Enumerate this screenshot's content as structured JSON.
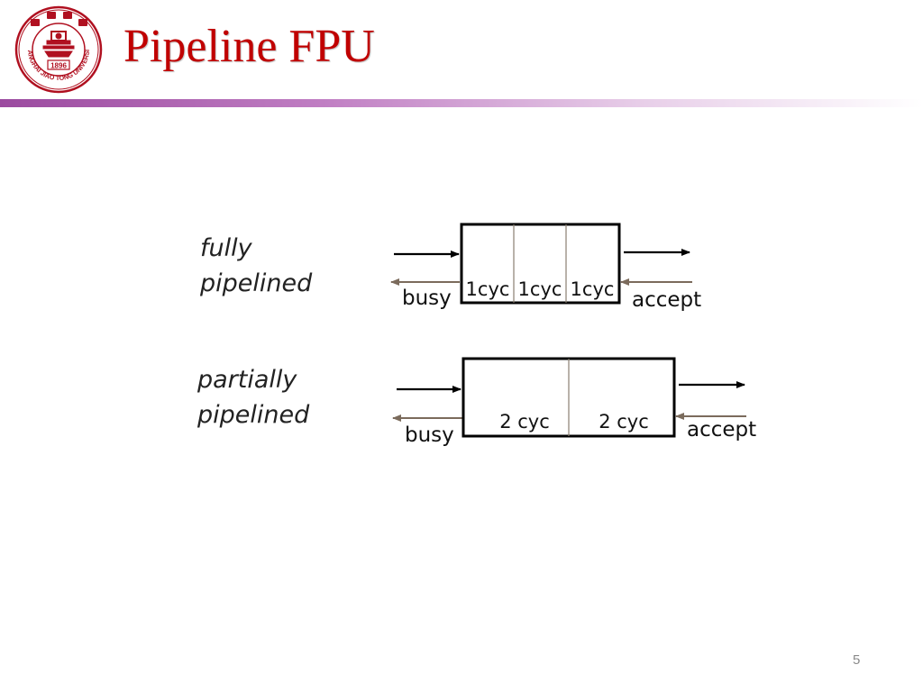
{
  "slide": {
    "title": "Pipeline FPU",
    "slide_number": "5",
    "accent_color": "#c00000",
    "logo": {
      "icon": "university-seal-icon",
      "year": "1896",
      "ring_text": "SHANGHAI JIAO TONG UNIVERSITY",
      "color": "#b01020"
    }
  },
  "diagram": {
    "fully": {
      "label_line1": "fully",
      "label_line2": "pipelined",
      "stages": [
        "1cyc",
        "1cyc",
        "1cyc"
      ],
      "busy": "busy",
      "accept": "accept"
    },
    "partially": {
      "label_line1": "partially",
      "label_line2": "pipelined",
      "stages": [
        "2 cyc",
        "2 cyc"
      ],
      "busy": "busy",
      "accept": "accept"
    }
  }
}
